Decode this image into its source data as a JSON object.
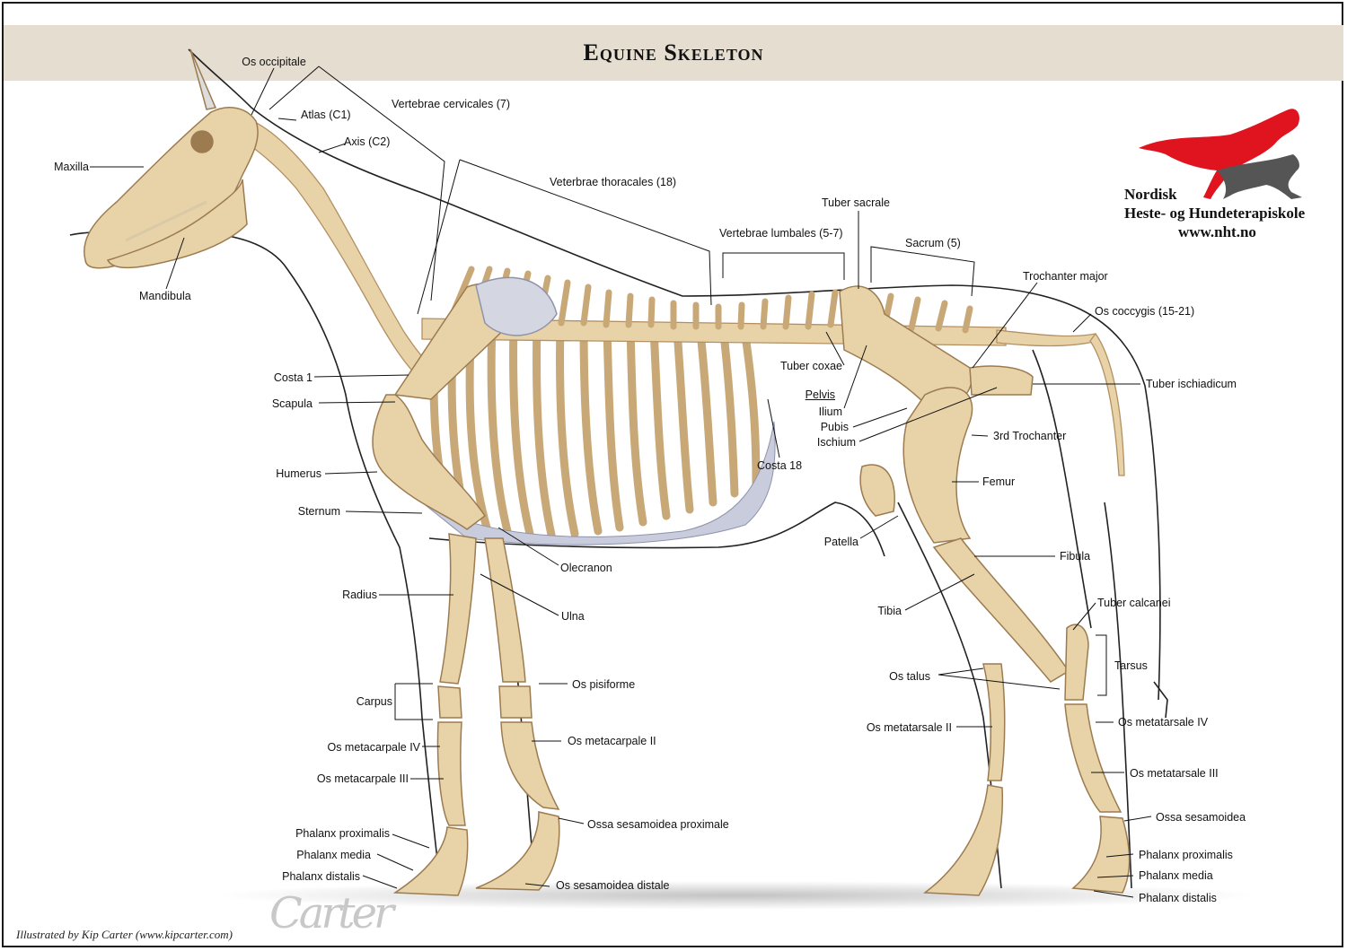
{
  "title": "Equine Skeleton",
  "organization": {
    "line1": "Nordisk",
    "line2": "Heste- og Hundeterapiskole",
    "line3": "www.nht.no"
  },
  "credit": "Illustrated by Kip Carter (www.kipcarter.com)",
  "signature": "Carter",
  "colors": {
    "bone": "#e8d3a8",
    "bone_shade": "#c9a877",
    "cartilage": "#c9ccdc",
    "title_band": "#e5ddd0",
    "logo_horse": "#e0141e",
    "logo_dog": "#555555"
  },
  "labels": {
    "os_occipitale": "Os occipitale",
    "atlas": "Atlas (C1)",
    "axis": "Axis (C2)",
    "vert_cervicales": "Vertebrae cervicales (7)",
    "vert_thoracales": "Veterbrae thoracales (18)",
    "tuber_sacrale": "Tuber sacrale",
    "vert_lumbales": "Vertebrae lumbales (5-7)",
    "sacrum": "Sacrum (5)",
    "trochanter_major": "Trochanter major",
    "os_coccygis": "Os coccygis (15-21)",
    "maxilla": "Maxilla",
    "mandibula": "Mandibula",
    "costa1": "Costa 1",
    "scapula": "Scapula",
    "humerus": "Humerus",
    "sternum": "Sternum",
    "radius": "Radius",
    "carpus": "Carpus",
    "os_metacarpale_iv": "Os metacarpale IV",
    "os_metacarpale_iii": "Os metacarpale III",
    "phalanx_proximalis_f": "Phalanx proximalis",
    "phalanx_media_f": "Phalanx media",
    "phalanx_distalis_f": "Phalanx distalis",
    "tuber_coxae": "Tuber coxae",
    "pelvis": "Pelvis",
    "ilium": "Ilium",
    "pubis": "Pubis",
    "ischium": "Ischium",
    "costa18": "Costa 18",
    "olecranon": "Olecranon",
    "ulna": "Ulna",
    "os_pisiforme": "Os pisiforme",
    "os_metacarpale_ii": "Os metacarpale II",
    "ossa_sesamoidea_proximale": "Ossa sesamoidea proximale",
    "os_sesamoidea_distale": "Os sesamoidea distale",
    "tuber_ischiadicum": "Tuber ischiadicum",
    "trochanter3": "3rd Trochanter",
    "femur": "Femur",
    "patella": "Patella",
    "fibula": "Fibula",
    "tibia": "Tibia",
    "tuber_calcanei": "Tuber calcanei",
    "tarsus": "Tarsus",
    "os_talus": "Os talus",
    "os_metatarsale_ii": "Os metatarsale II",
    "os_metatarsale_iv": "Os metatarsale IV",
    "os_metatarsale_iii": "Os metatarsale III",
    "ossa_sesamoidea": "Ossa sesamoidea",
    "phalanx_proximalis_h": "Phalanx proximalis",
    "phalanx_media_h": "Phalanx media",
    "phalanx_distalis_h": "Phalanx distalis"
  }
}
